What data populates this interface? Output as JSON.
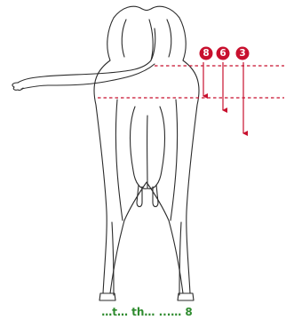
{
  "figure": {
    "caption": "…t… th… ...… 8",
    "markers": [
      {
        "label": "8",
        "color": "#c8102e"
      },
      {
        "label": "6",
        "color": "#c8102e"
      },
      {
        "label": "3",
        "color": "#c8102e"
      }
    ],
    "guide_color": "#c8102e",
    "caption_color": "#2e8b2e"
  }
}
